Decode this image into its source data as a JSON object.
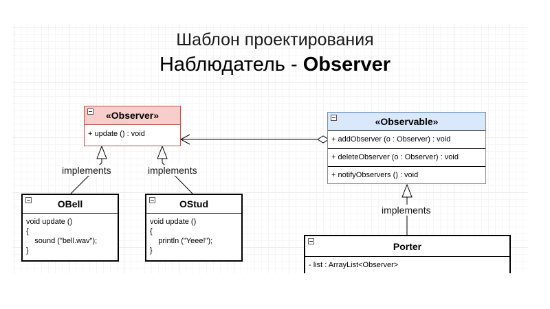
{
  "title": {
    "line1": "Шаблон проектирования",
    "line2_prefix": "Наблюдатель - ",
    "line2_bold": "Observer"
  },
  "colors": {
    "observer_fill": "#f8cecc",
    "observer_stroke": "#b85450",
    "observable_fill": "#dae8fc",
    "observable_stroke": "#6c8ebf"
  },
  "classes": {
    "observer": {
      "name": "«Observer»",
      "members": [
        "+ update () : void"
      ]
    },
    "observable": {
      "name": "«Observable»",
      "members": [
        "+ addObserver (o : Observer) : void",
        "+ deleteObserver (o : Observer) : void",
        "+ notifyObservers () : void"
      ]
    },
    "obell": {
      "name": "OBell",
      "body": [
        "void update ()",
        "{",
        "    sound (\"bell.wav\");",
        "}"
      ]
    },
    "ostud": {
      "name": "OStud",
      "body": [
        "void update ()",
        "{",
        "    println (\"Yeee!\");",
        "}"
      ]
    },
    "porter": {
      "name": "Porter",
      "members": [
        "- list : ArrayList<Observer>"
      ]
    }
  },
  "edges": {
    "obell_implements": "implements",
    "ostud_implements": "implements",
    "porter_implements": "implements"
  }
}
